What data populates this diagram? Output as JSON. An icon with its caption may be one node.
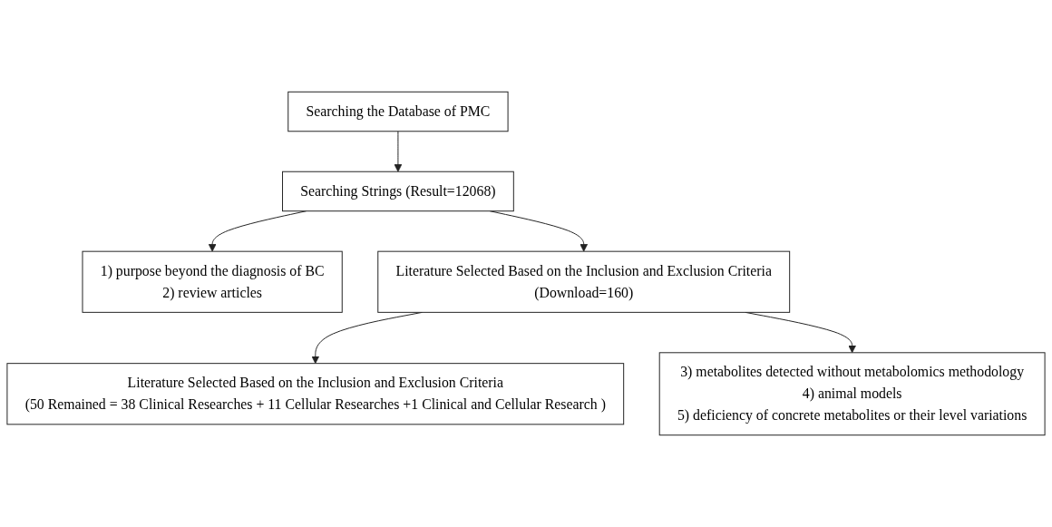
{
  "diagram": {
    "nodes": [
      {
        "text": [
          "Searching the Database of PMC"
        ]
      },
      {
        "text": [
          "Searching Strings (Result=12068)"
        ]
      },
      {
        "text": [
          "1) purpose beyond the diagnosis of BC",
          "2) review articles"
        ]
      },
      {
        "text": [
          "Literature Selected Based on the Inclusion and Exclusion Criteria",
          "(Download=160)"
        ]
      },
      {
        "text": [
          "3) metabolites detected without metabolomics methodology",
          "4) animal models",
          "5) deficiency of concrete metabolites or their level variations"
        ]
      },
      {
        "text": [
          "Literature Selected Based on the Inclusion and Exclusion Criteria",
          "(50 Remained = 38 Clinical Researches + 11 Cellular Researches +1 Clinical and Cellular Research )"
        ]
      }
    ],
    "edges": [
      {
        "from": 0,
        "to": 1,
        "arrow": "to"
      },
      {
        "from": 1,
        "to": 3,
        "arrow": "to"
      },
      {
        "from": 1,
        "to": 2,
        "arrow": "to"
      },
      {
        "from": 3,
        "to": 5,
        "arrow": "to"
      },
      {
        "from": 3,
        "to": 4,
        "arrow": "to"
      }
    ]
  }
}
